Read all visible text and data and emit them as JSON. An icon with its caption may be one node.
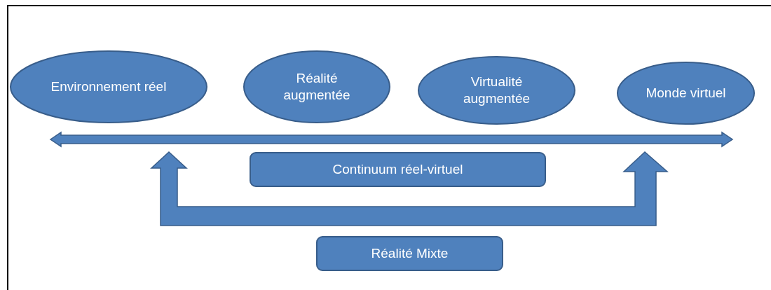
{
  "diagram": {
    "nodes": [
      {
        "text": [
          "Environnement réel"
        ]
      },
      {
        "text": [
          "Réalité augmentée"
        ]
      },
      {
        "text": [
          "Virtualité augmentée"
        ]
      },
      {
        "text": [
          "Monde virtuel"
        ]
      },
      {
        "text": [
          "Continuum réel-virtuel"
        ]
      },
      {
        "text": [
          "Réalité Mixte"
        ]
      }
    ]
  }
}
